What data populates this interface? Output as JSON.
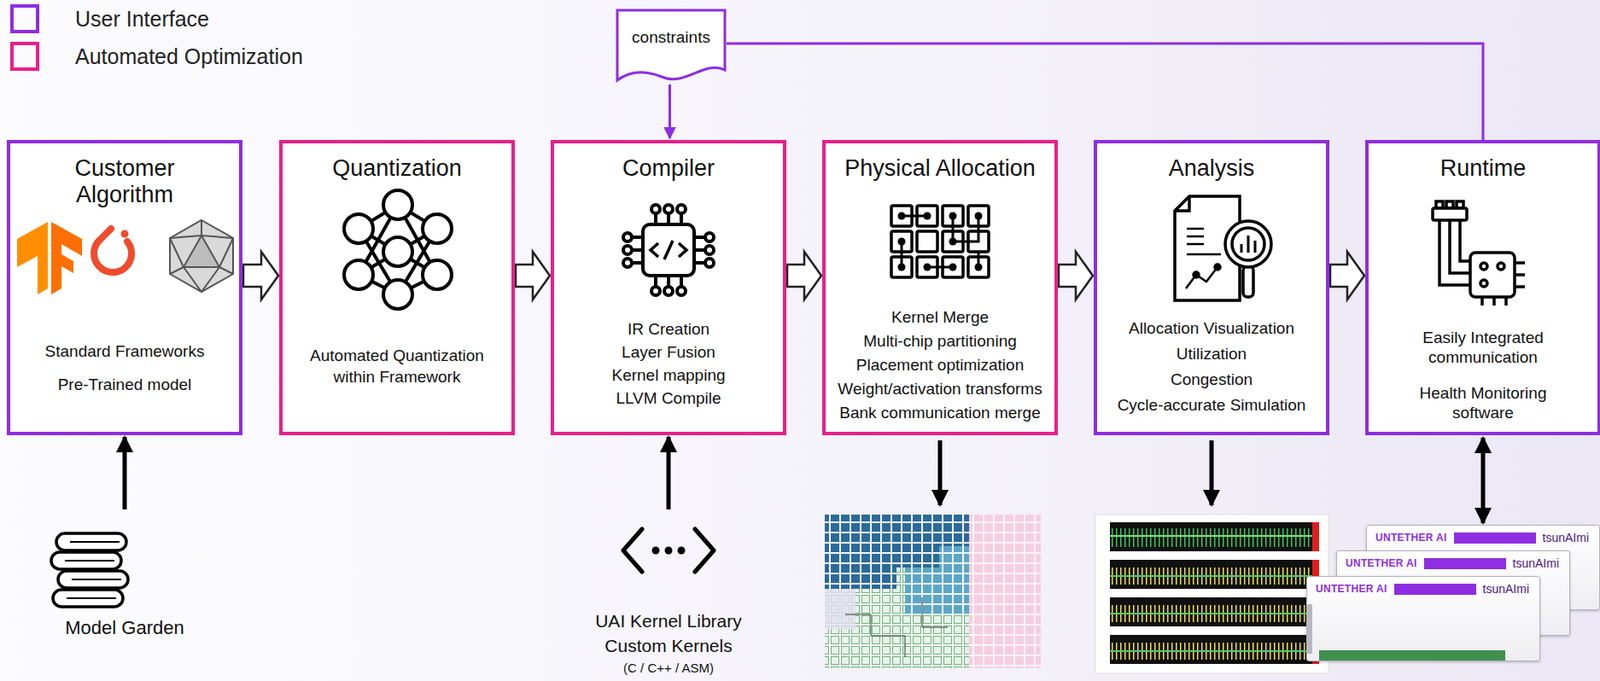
{
  "diagram": {
    "nodes": [
      {
        "text": [
          "constraints"
        ]
      },
      {
        "text": [
          "Customer Algorithm",
          "Standard Frameworks",
          "Pre-Trained model"
        ]
      },
      {
        "text": [
          "Quantization",
          "Automated Quantization within Framework"
        ]
      },
      {
        "text": [
          "Compiler",
          "IR Creation",
          "Layer Fusion",
          "Kernel mapping",
          "LLVM Compile"
        ]
      },
      {
        "text": [
          "Physical Allocation",
          "Kernel Merge",
          "Multi-chip partitioning",
          "Placement optimization",
          "Weight/activation transforms",
          "Bank communication merge"
        ]
      },
      {
        "text": [
          "Analysis",
          "Allocation Visualization",
          "Utilization",
          "Congestion",
          "Cycle-accurate Simulation"
        ]
      },
      {
        "text": [
          "Runtime",
          "Easily Integrated communication",
          "Health Monitoring software"
        ]
      },
      {
        "text": [
          "Model Garden"
        ]
      },
      {
        "text": [
          "UAI Kernel Library",
          "Custom Kernels",
          "(C / C++ / ASM)"
        ]
      },
      {
        "text": [
          "UNTETHER AI",
          "tsunAImi"
        ]
      },
      {
        "text": [
          "UNTETHER AI",
          "tsunAImi"
        ]
      },
      {
        "text": [
          "UNTETHER AI",
          "tsunAImi"
        ]
      }
    ],
    "edges": [
      {
        "from": 1,
        "to": 2,
        "arrow": "to"
      },
      {
        "from": 2,
        "to": 3,
        "arrow": "to"
      },
      {
        "from": 3,
        "to": 4,
        "arrow": "to"
      },
      {
        "from": 4,
        "to": 5,
        "arrow": "to"
      },
      {
        "from": 5,
        "to": 6,
        "arrow": "to"
      },
      {
        "from": 0,
        "to": 3,
        "arrow": "to"
      },
      {
        "from": 0,
        "to": 6,
        "arrow": "none"
      },
      {
        "from": 7,
        "to": 1,
        "arrow": "to"
      },
      {
        "from": 8,
        "to": 3,
        "arrow": "to"
      },
      {
        "from": 6,
        "to": 9,
        "arrow": "both"
      }
    ],
    "legend": [
      {
        "text": "User Interface",
        "color": "#8e2de2"
      },
      {
        "text": "Automated Optimization",
        "color": "#e8208a"
      }
    ]
  }
}
